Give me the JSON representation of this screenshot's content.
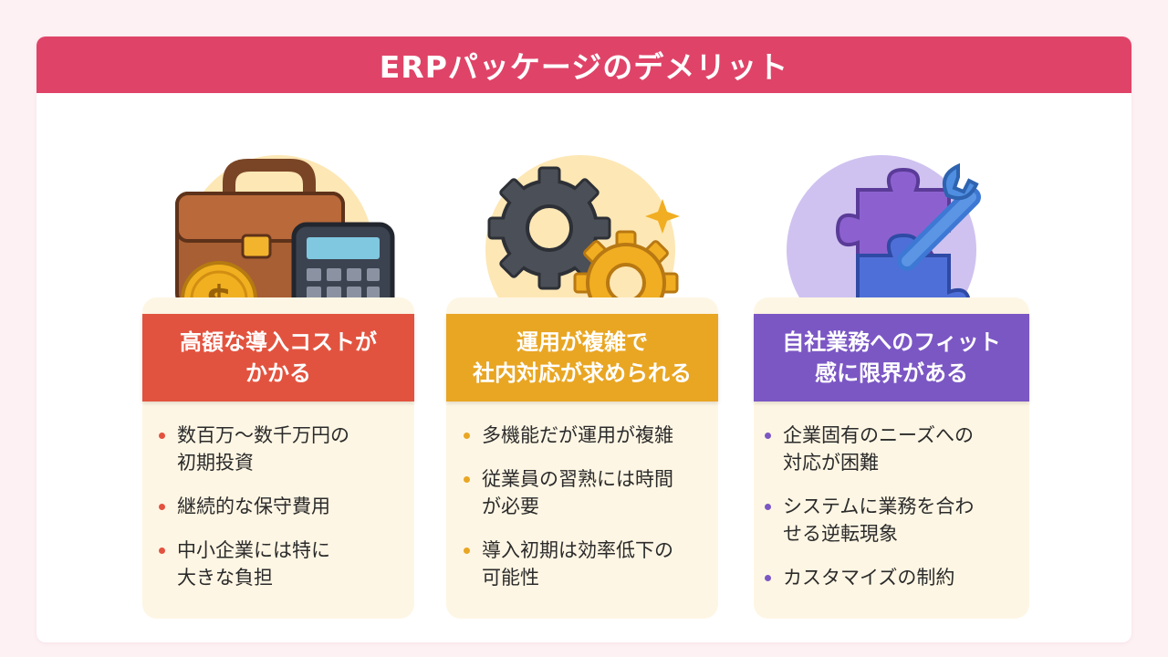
{
  "title": "ERPパッケージのデメリット",
  "colors": {
    "title_bar": "#df4468",
    "card1_head": "#e2533f",
    "card2_head": "#e9a623",
    "card3_head": "#7b57c4",
    "card_body": "#fef6e4"
  },
  "cards": [
    {
      "icon": "briefcase-calculator-coin-icon",
      "head_lines": [
        "高額な導入コストが",
        "かかる"
      ],
      "bullets": [
        "数百万〜数千万円の\n初期投資",
        "継続的な保守費用",
        "中小企業には特に\n大きな負担"
      ]
    },
    {
      "icon": "gears-icon",
      "head_lines": [
        "運用が複雑で",
        "社内対応が求められる"
      ],
      "bullets": [
        "多機能だが運用が複雑",
        "従業員の習熟には時間\nが必要",
        "導入初期は効率低下の\n可能性"
      ]
    },
    {
      "icon": "puzzle-wrench-icon",
      "head_lines": [
        "自社業務へのフィット",
        "感に限界がある"
      ],
      "bullets": [
        "企業固有のニーズへの\n対応が困難",
        "システムに業務を合わ\nせる逆転現象",
        "カスタマイズの制約"
      ]
    }
  ]
}
